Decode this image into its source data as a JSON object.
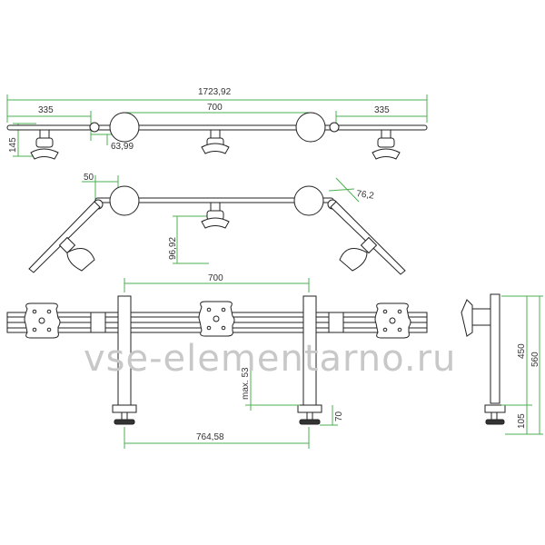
{
  "dimensions": {
    "total_width": "1723,92",
    "side_left": "335",
    "center_span": "700",
    "side_right": "335",
    "height_145": "145",
    "offset_63": "63,99",
    "angle_50": "50",
    "angle_76": "76,2",
    "drop_96": "96,92",
    "front_700": "700",
    "max_53": "max. 53",
    "clamp_70": "70",
    "clamp_span": "764,58",
    "pole_450": "450",
    "pole_560": "560",
    "base_105": "105"
  },
  "watermark": "vse-elementarno.ru",
  "colors": {
    "dimension_line": "#4caf50",
    "outline": "#222222",
    "watermark": "#c8c8c8"
  }
}
